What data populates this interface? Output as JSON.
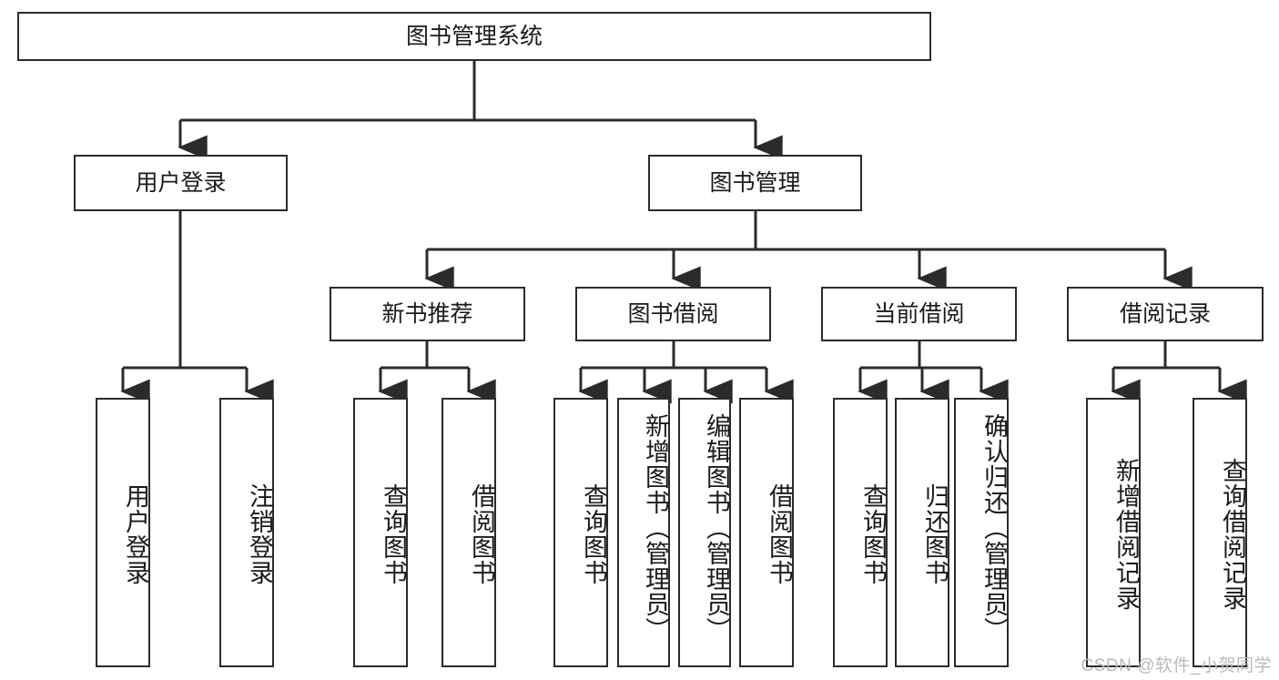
{
  "diagram": {
    "type": "tree-hierarchy",
    "title": "图书管理系统",
    "colors": {
      "stroke": "#2b2b2b",
      "fill": "#ffffff",
      "text": "#1a1a1a",
      "watermark": "#b9b9b9"
    },
    "root": {
      "label": "图书管理系统"
    },
    "level2": [
      {
        "label": "用户登录"
      },
      {
        "label": "图书管理"
      }
    ],
    "level3": [
      {
        "label": "新书推荐"
      },
      {
        "label": "图书借阅"
      },
      {
        "label": "当前借阅"
      },
      {
        "label": "借阅记录"
      }
    ],
    "leaves": {
      "user_login": [
        {
          "label": "用户登录"
        },
        {
          "label": "注销登录"
        }
      ],
      "new_book_recommend": [
        {
          "label": "查询图书"
        },
        {
          "label": "借阅图书"
        }
      ],
      "book_borrow": [
        {
          "label": "查询图书"
        },
        {
          "label": "新增图书（管理员）"
        },
        {
          "label": "编辑图书（管理员）"
        },
        {
          "label": "借阅图书"
        }
      ],
      "current_borrow": [
        {
          "label": "查询图书"
        },
        {
          "label": "归还图书"
        },
        {
          "label": "确认归还（管理员）"
        }
      ],
      "borrow_record": [
        {
          "label": "新增借阅记录"
        },
        {
          "label": "查询借阅记录"
        }
      ]
    }
  },
  "watermark": {
    "text": "CSDN @软件_小贺同学"
  }
}
